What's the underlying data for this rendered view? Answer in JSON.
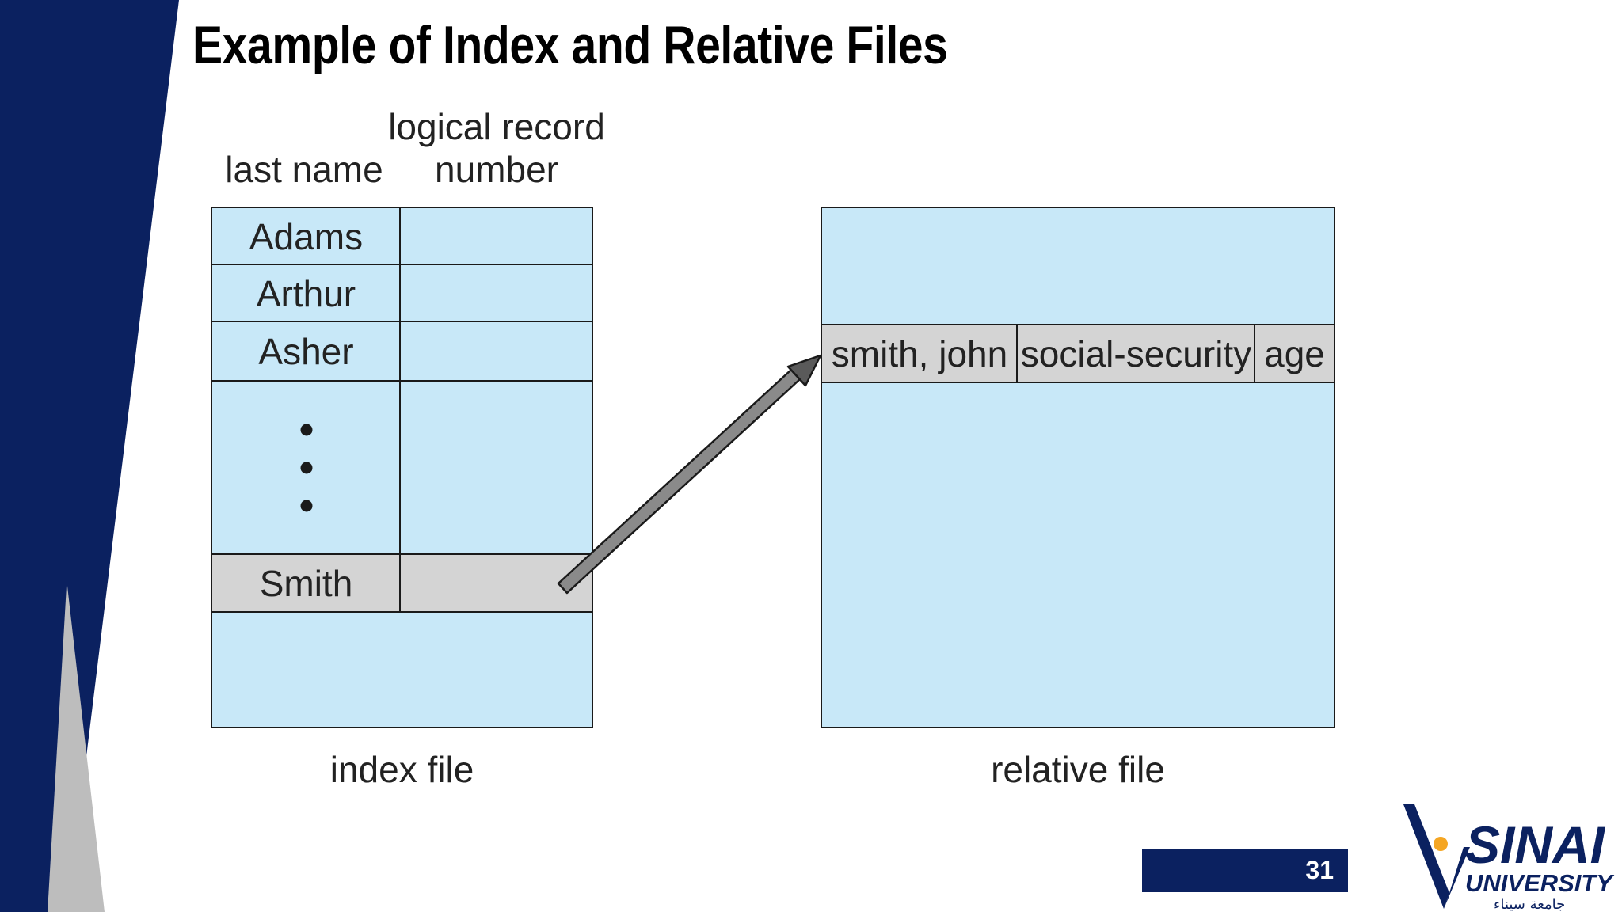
{
  "slide": {
    "title": "Example of Index and Relative Files",
    "page_number": "31"
  },
  "index_file": {
    "header_last_name": "last name",
    "header_record_line1": "logical record",
    "header_record_line2": "number",
    "rows": [
      "Adams",
      "Arthur",
      "Asher",
      "Smith"
    ],
    "ellipsis": "•\n•\n•",
    "caption": "index file"
  },
  "relative_file": {
    "record_fields": [
      "smith, john",
      "social-security",
      "age"
    ],
    "caption": "relative file"
  },
  "logo": {
    "name": "SINAI",
    "subtitle": "UNIVERSITY",
    "arabic": "جامعة سيناء"
  },
  "colors": {
    "navy": "#0b2160",
    "gray_wedge": "#bdbdbd",
    "cell_blue": "#c8e8f8",
    "highlight_gray": "#d4d4d4",
    "logo_orange": "#f5a623"
  }
}
